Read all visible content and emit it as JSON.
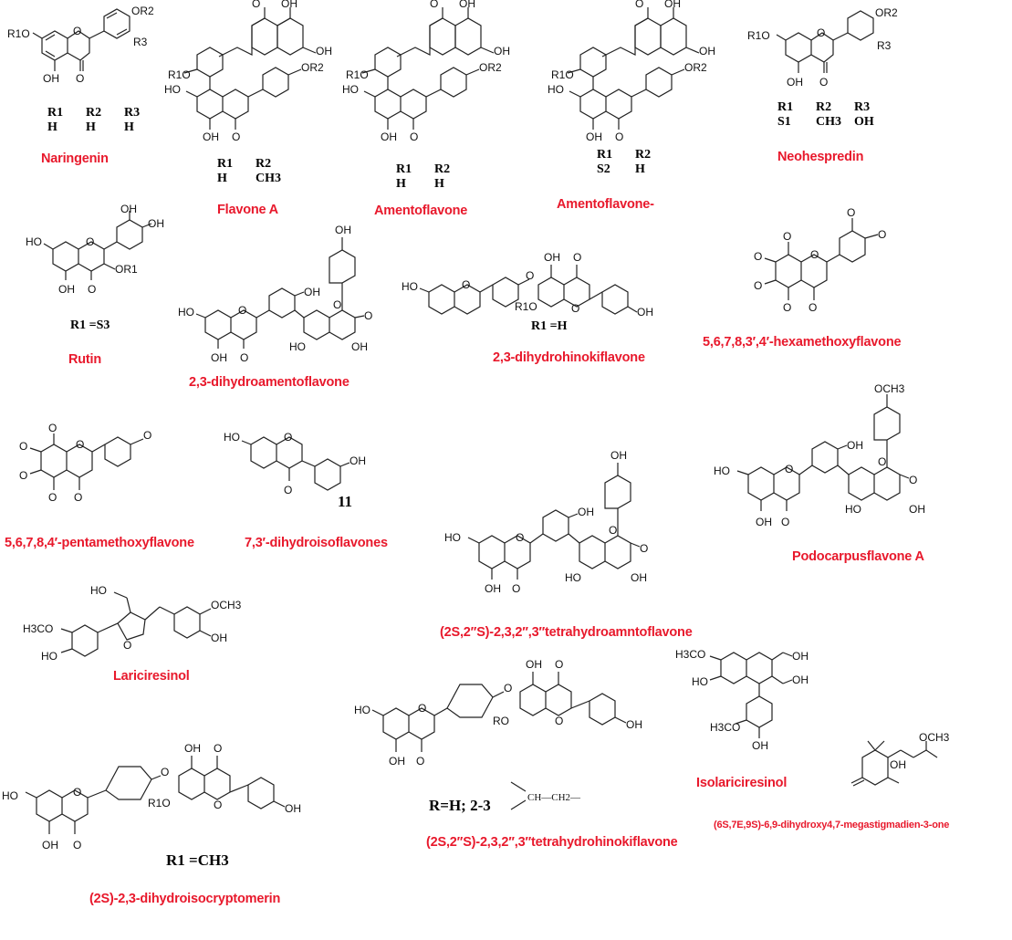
{
  "figure": {
    "accent_color": "#e8192c",
    "compounds": [
      {
        "id": "naringenin",
        "name": "Naringenin",
        "substituents": {
          "headers": [
            "R1",
            "R2",
            "R3"
          ],
          "values": [
            "H",
            "H",
            "H"
          ]
        }
      },
      {
        "id": "flavone-a",
        "name": "Flavone A",
        "substituents": {
          "headers": [
            "R1",
            "R2"
          ],
          "values": [
            "H",
            "CH3"
          ]
        }
      },
      {
        "id": "amentoflavone",
        "name": "Amentoflavone",
        "substituents": {
          "headers": [
            "R1",
            "R2"
          ],
          "values": [
            "H",
            "H"
          ]
        }
      },
      {
        "id": "amentoflavone-s2",
        "name": "Amentoflavone-",
        "substituents": {
          "headers": [
            "R1",
            "R2"
          ],
          "values": [
            "S2",
            "H"
          ]
        }
      },
      {
        "id": "neohespredin",
        "name": "Neohespredin",
        "substituents": {
          "headers": [
            "R1",
            "R2",
            "R3"
          ],
          "values": [
            "S1",
            "CH3",
            "OH"
          ]
        }
      },
      {
        "id": "rutin",
        "name": "Rutin",
        "substituent_line": "R1 =S3"
      },
      {
        "id": "dihydroamentoflavone",
        "name": "2,3-dihydroamentoflavone"
      },
      {
        "id": "dihydrohinokiflavone",
        "name": "2,3-dihydrohinokiflavone",
        "substituent_line": "R1 =H"
      },
      {
        "id": "hexamethoxyflavone",
        "name": "5,6,7,8,3′,4′-hexamethoxyflavone"
      },
      {
        "id": "pentamethoxyflavone",
        "name": "5,6,7,8,4′-pentamethoxyflavone"
      },
      {
        "id": "dihydroisoflavones",
        "name": "7,3′-dihydroisoflavones",
        "number": "11"
      },
      {
        "id": "tetrahydroamentoflavone",
        "name": "(2S,2′′S)-2,3,2′′,3′′tetrahydroamntoflavone"
      },
      {
        "id": "podocarpusflavone-a",
        "name": "Podocarpusflavone A"
      },
      {
        "id": "lariciresinol",
        "name": "Lariciresinol"
      },
      {
        "id": "isolariciresinol",
        "name": "Isolariciresinol"
      },
      {
        "id": "tetrahydrohinokiflavone",
        "name": "(2S,2′′S)-2,3,2′′,3′′tetrahydrohinokiflavone",
        "substituent_line": "R=H;   2-3",
        "linker_label": "CH—CH2—"
      },
      {
        "id": "megastigmadienone",
        "name": "(6S,7E,9S)-6,9-dihydroxy4,7-megastigmadien-3-one"
      },
      {
        "id": "dihydroisocryptomerin",
        "name": "(2S)-2,3-dihydroisocryptomerin",
        "substituent_line": "R1 =CH3"
      }
    ]
  },
  "atom_labels": {
    "OH": "OH",
    "HO": "HO",
    "O": "O",
    "OR1": "OR1",
    "OR2": "OR2",
    "R1O": "R1O",
    "R3": "R3",
    "RO": "RO",
    "OCH3": "OCH3",
    "H3CO": "H3CO",
    "methoxy": "O"
  }
}
